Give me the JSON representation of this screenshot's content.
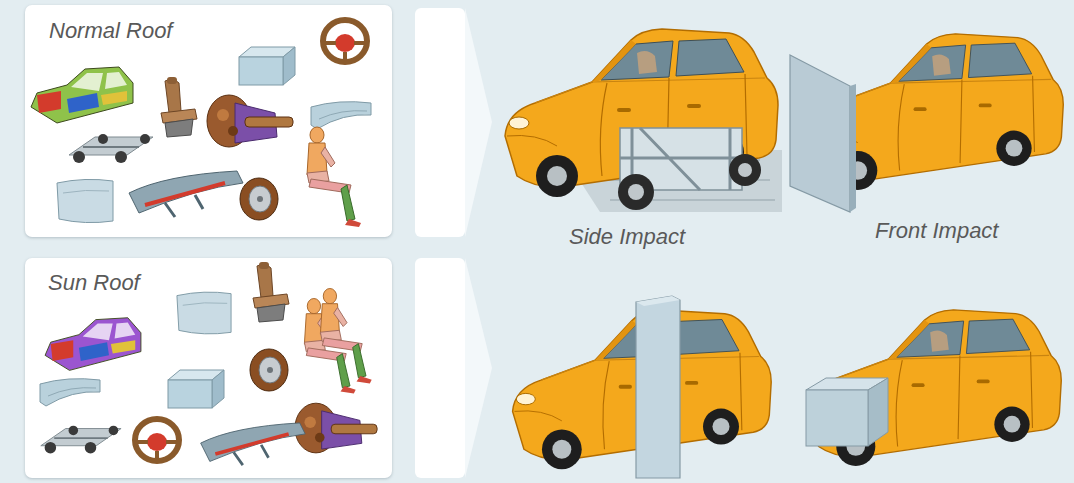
{
  "diagram": {
    "nodes": [
      {
        "text": [
          "Normal Roof"
        ]
      },
      {
        "text": [
          "Sun Roof"
        ]
      }
    ],
    "labels": [
      "Side Impact",
      "Front Impact"
    ]
  }
}
